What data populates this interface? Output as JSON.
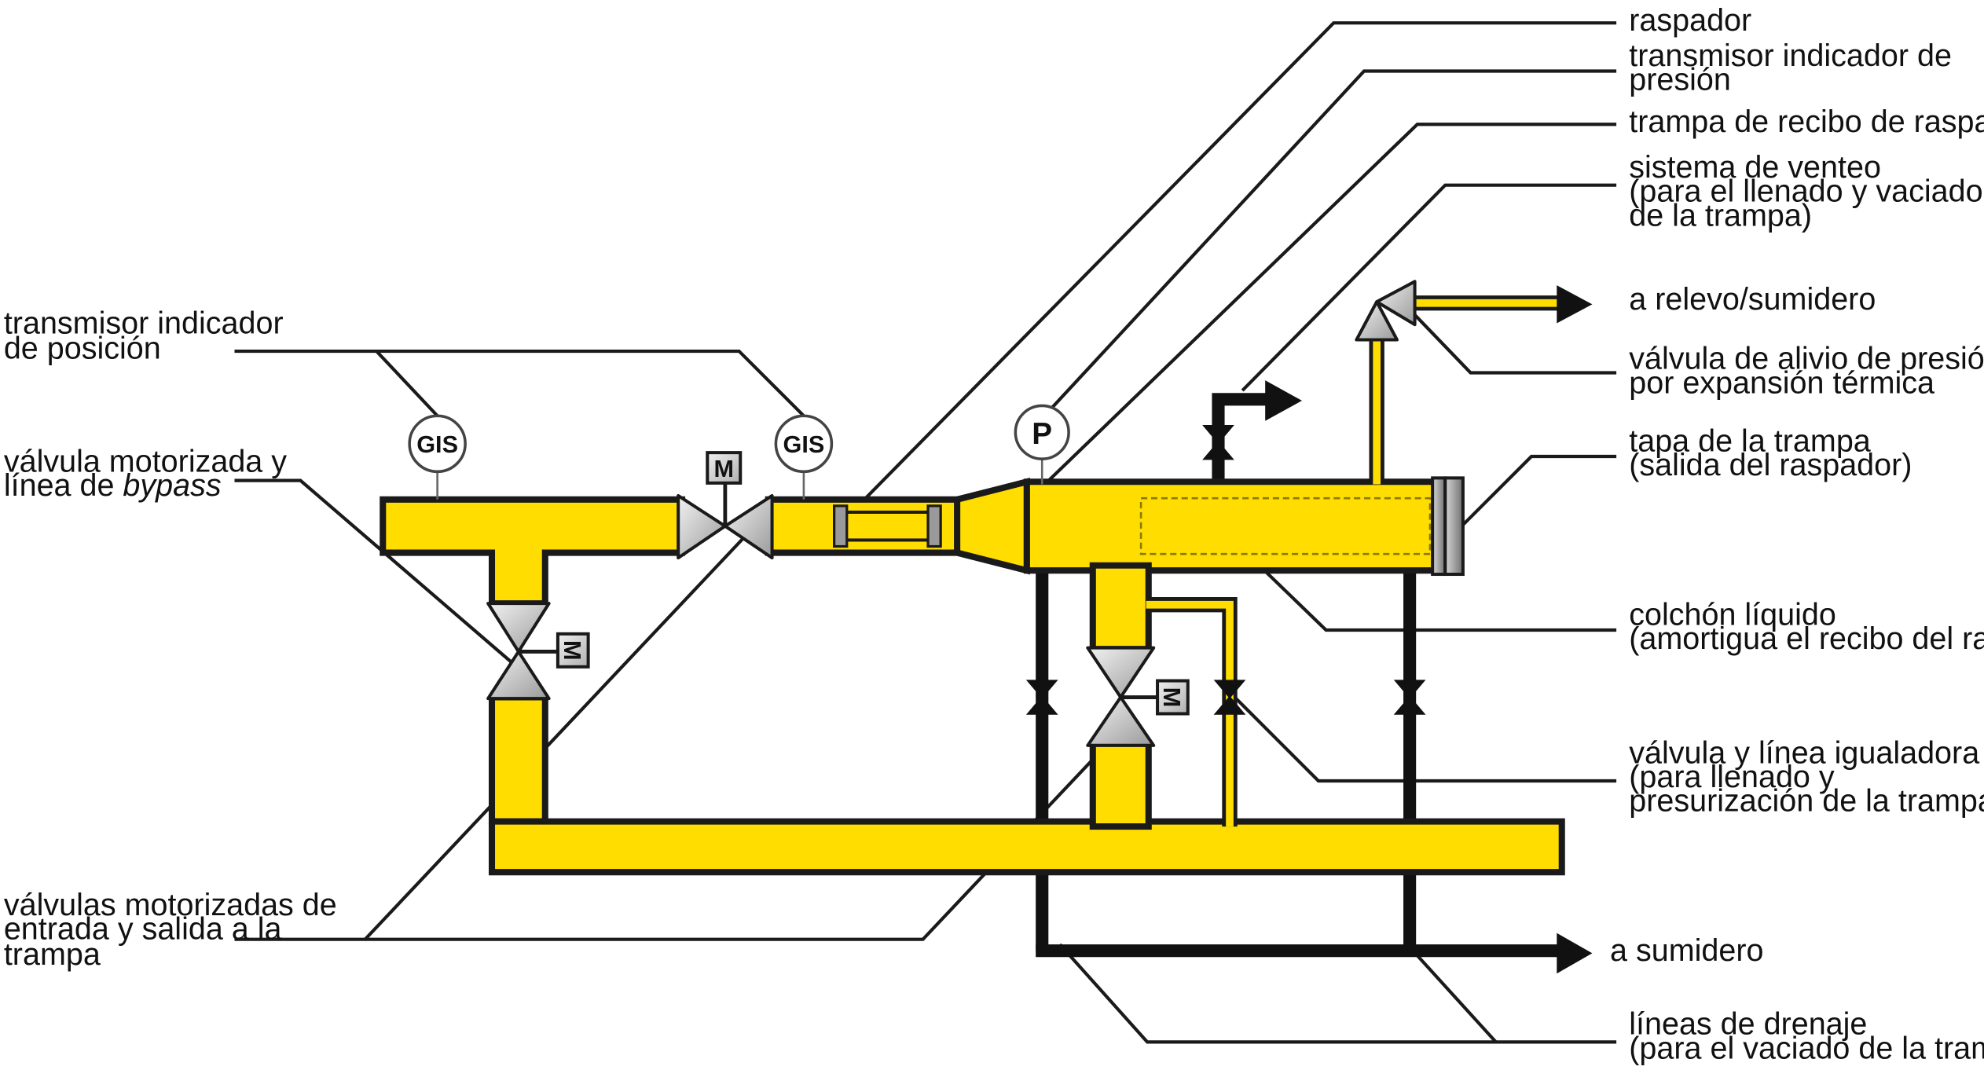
{
  "labels": {
    "raspador": "raspador",
    "transmisor_presion_1": "transmisor indicador de",
    "transmisor_presion_2": "presión",
    "trampa_recibo": "trampa de recibo de raspadores",
    "venteo_1": "sistema de venteo",
    "venteo_2": "(para el llenado y vaciado",
    "venteo_3": "de la trampa)",
    "relevo": "a relevo/sumidero",
    "alivio_1": "válvula de alivio de presión",
    "alivio_2": "por expansión térmica",
    "tapa_1": "tapa de la trampa",
    "tapa_2": "(salida del raspador)",
    "colchon_1": "colchón líquido",
    "colchon_2": "(amortigua el recibo del raspador)",
    "igualadora_1": "válvula y línea igualadora",
    "igualadora_2": "(para llenado y",
    "igualadora_3": "presurización de la trampa)",
    "sumidero": "a sumidero",
    "drenaje_1": "líneas de drenaje",
    "drenaje_2": "(para el vaciado de la trampa)",
    "posicion_1": "transmisor indicador",
    "posicion_2": "de posición",
    "bypass_1": "válvula motorizada y",
    "bypass_2a": "línea de ",
    "bypass_2b": "bypass",
    "entrada_1": "válvulas motorizadas de",
    "entrada_2": "entrada y salida a la",
    "entrada_3": "trampa"
  },
  "instruments": {
    "gis_left": "GIS",
    "gis_right": "GIS",
    "pressure": "P",
    "motor_top": "M",
    "motor_left": "M",
    "motor_mid": "M"
  },
  "colors": {
    "pipe_fill": "#ffdd00",
    "outline": "#1a1a1a",
    "valve_gray": "#c8c8c8"
  }
}
